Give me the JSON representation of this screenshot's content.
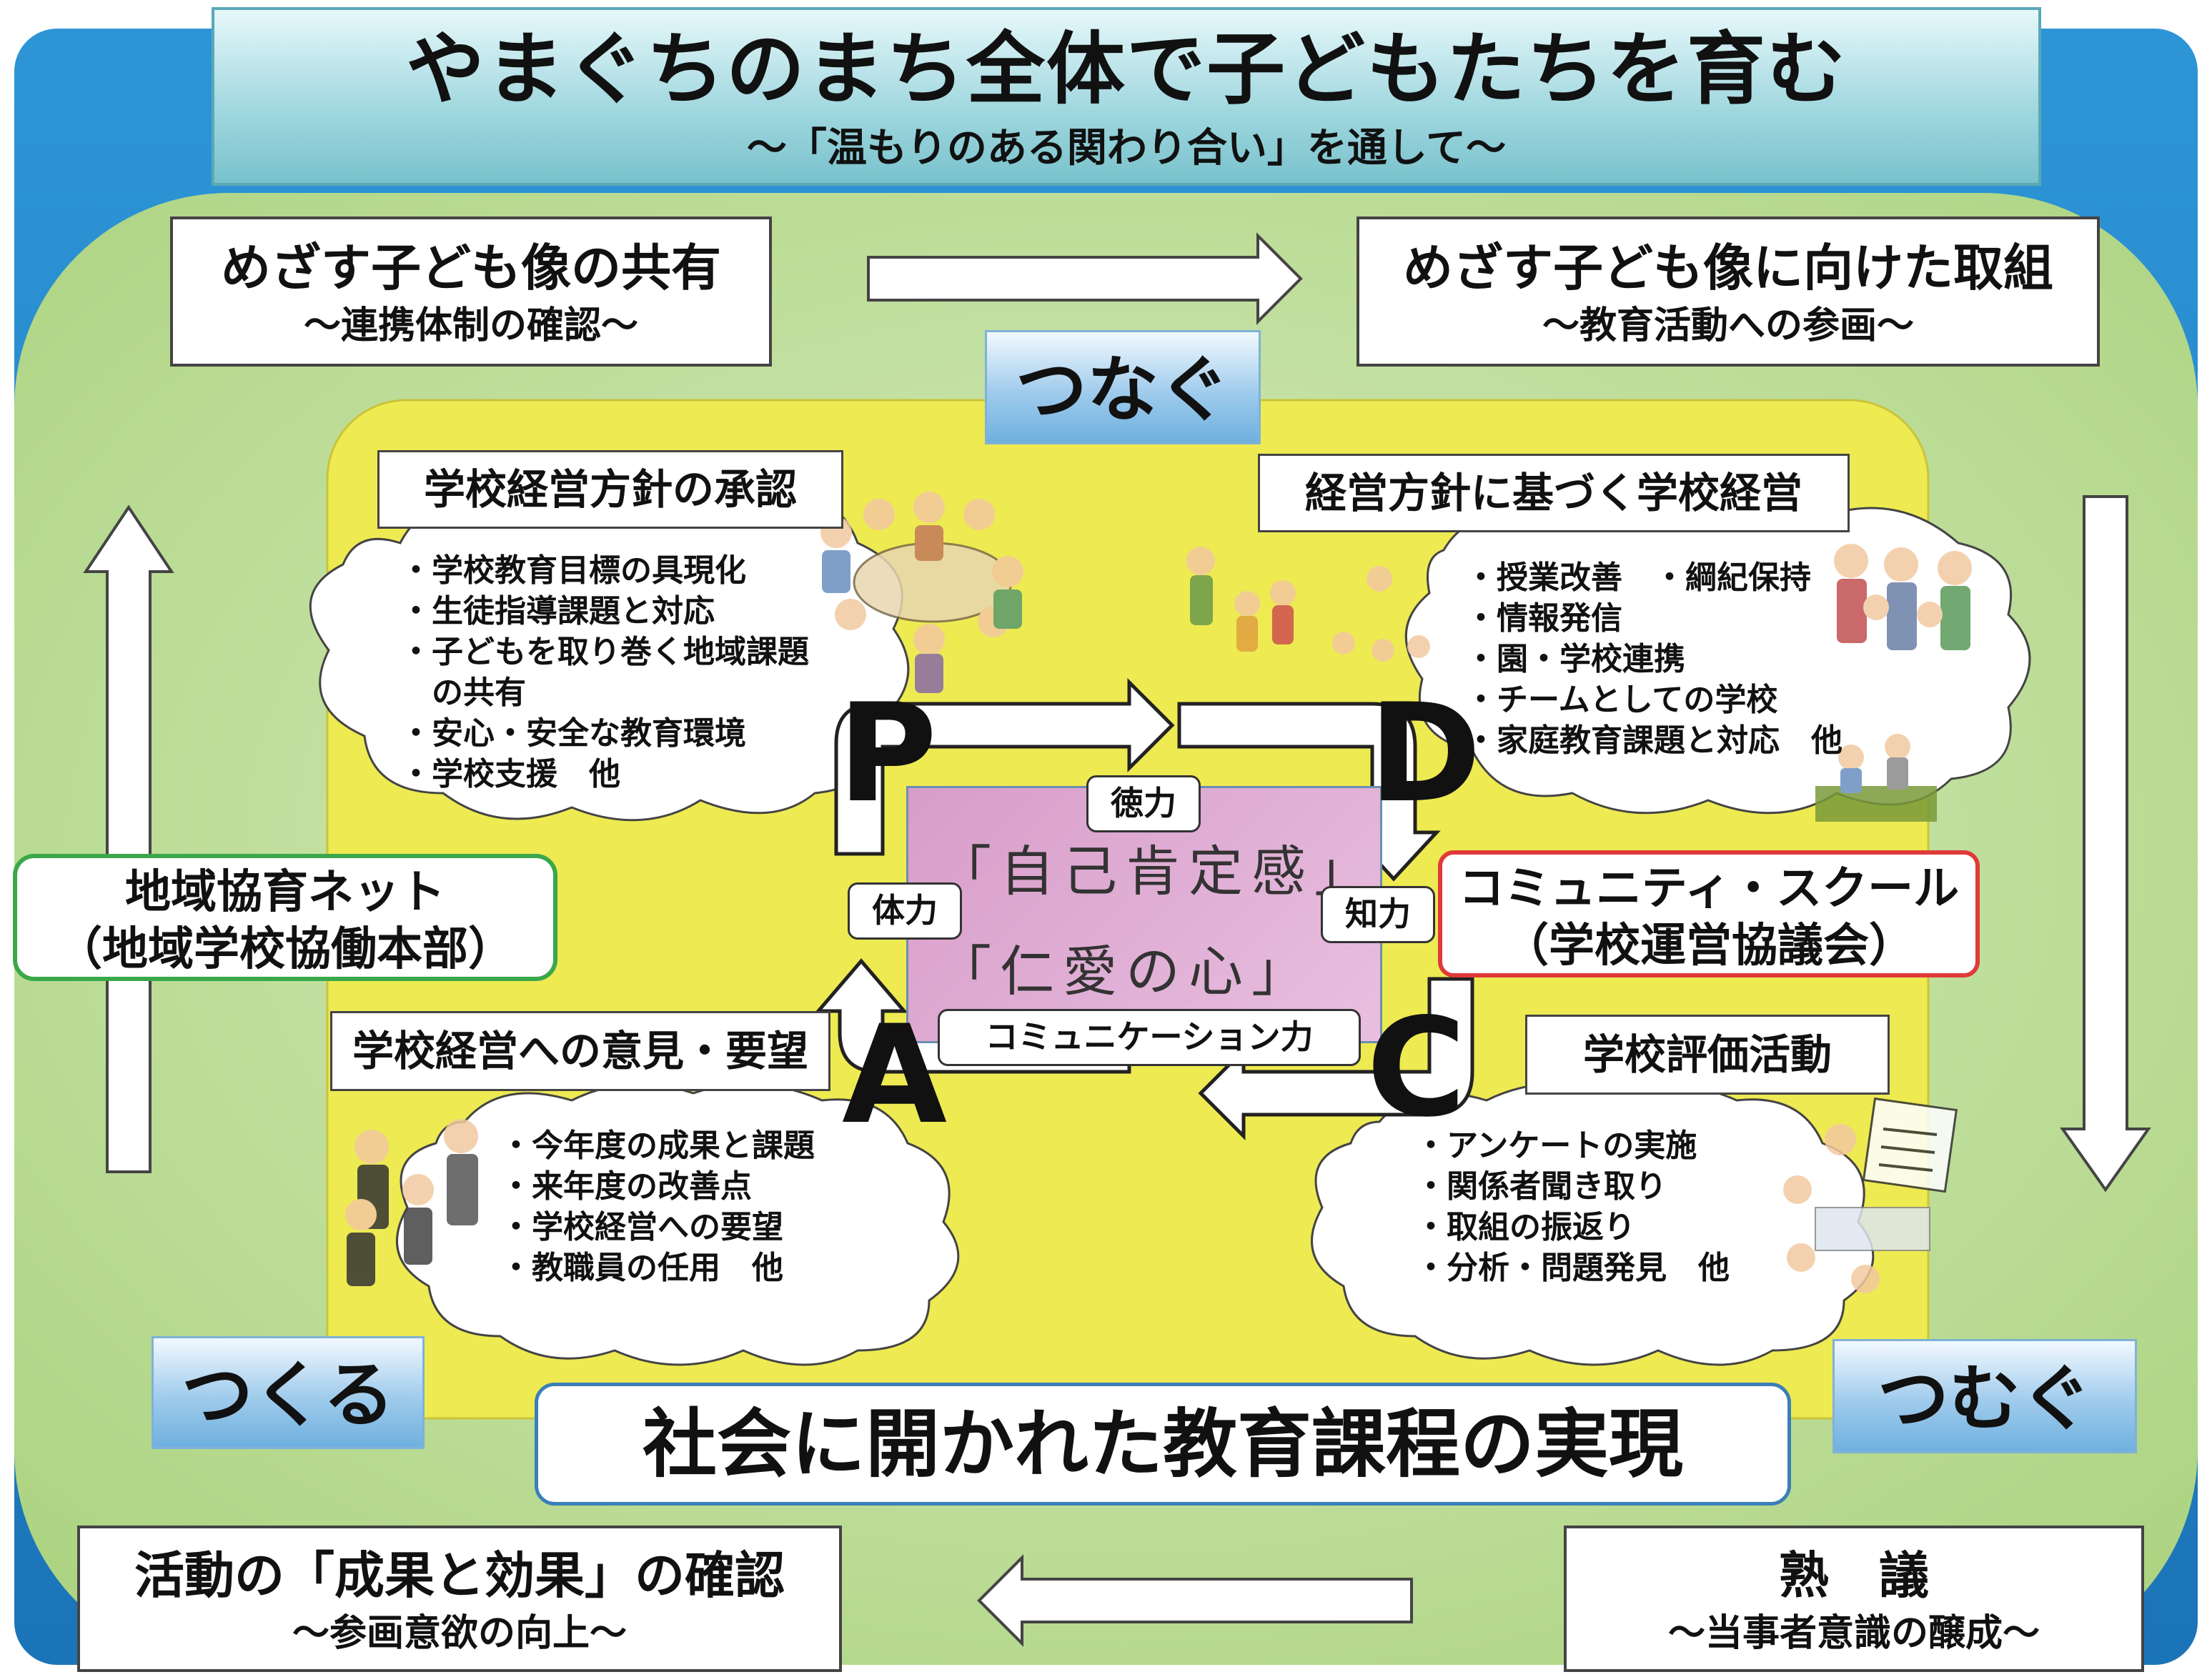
{
  "title": {
    "main": "やまぐちのまち全体で子どもたちを育む",
    "sub": "～「温もりのある関わり合い」を通して～"
  },
  "top_left": {
    "main": "めざす子ども像の共有",
    "sub": "～連携体制の確認～"
  },
  "top_right": {
    "main": "めざす子ども像に向けた取組",
    "sub": "～教育活動への参画～"
  },
  "bottom_left": {
    "main": "活動の「成果と効果」の確認",
    "sub": "～参画意欲の向上～"
  },
  "bottom_right": {
    "main": "熟　議",
    "sub": "～当事者意識の醸成～"
  },
  "tags": {
    "tsunagu": "つなぐ",
    "tsukuru": "つくる",
    "tsumugu": "つむぐ"
  },
  "left_org": {
    "line1": "地域協育ネット",
    "line2": "（地域学校協働本部）"
  },
  "right_org": {
    "line1": "コミュニティ・スクール",
    "line2": "（学校運営協議会）"
  },
  "goal": "社会に開かれた教育課程の実現",
  "quadrants": {
    "p": {
      "letter": "P",
      "label": "学校経営方針の承認",
      "items": [
        "・学校教育目標の具現化",
        "・生徒指導課題と対応",
        "・子どもを取り巻く地域課題",
        "　の共有",
        "・安心・安全な教育環境",
        "・学校支援　他"
      ]
    },
    "d": {
      "letter": "D",
      "label": "経営方針に基づく学校経営",
      "items": [
        "・授業改善　・綱紀保持",
        "・情報発信",
        "・園・学校連携",
        "・チームとしての学校",
        "・家庭教育課題と対応　他"
      ]
    },
    "c": {
      "letter": "C",
      "label": "学校評価活動",
      "items": [
        "・アンケートの実施",
        "・関係者聞き取り",
        "・取組の振返り",
        "・分析・問題発見　他"
      ]
    },
    "a": {
      "letter": "A",
      "label": "学校経営への意見・要望",
      "items": [
        "・今年度の成果と課題",
        "・来年度の改善点",
        "・学校経営への要望",
        "・教職員の任用　他"
      ]
    }
  },
  "center": {
    "line1": "「自己肯定感」",
    "line2": "「仁愛の心」"
  },
  "powers": {
    "toku": "徳力",
    "tai": "体力",
    "chi": "知力",
    "comm": "コミュニケーション力"
  },
  "colors": {
    "outer_blue": "#1f86c9",
    "green": "#b5d98d",
    "yellow": "#eeea52",
    "red_border": "#e03a3a",
    "green_border": "#3aa84a"
  }
}
